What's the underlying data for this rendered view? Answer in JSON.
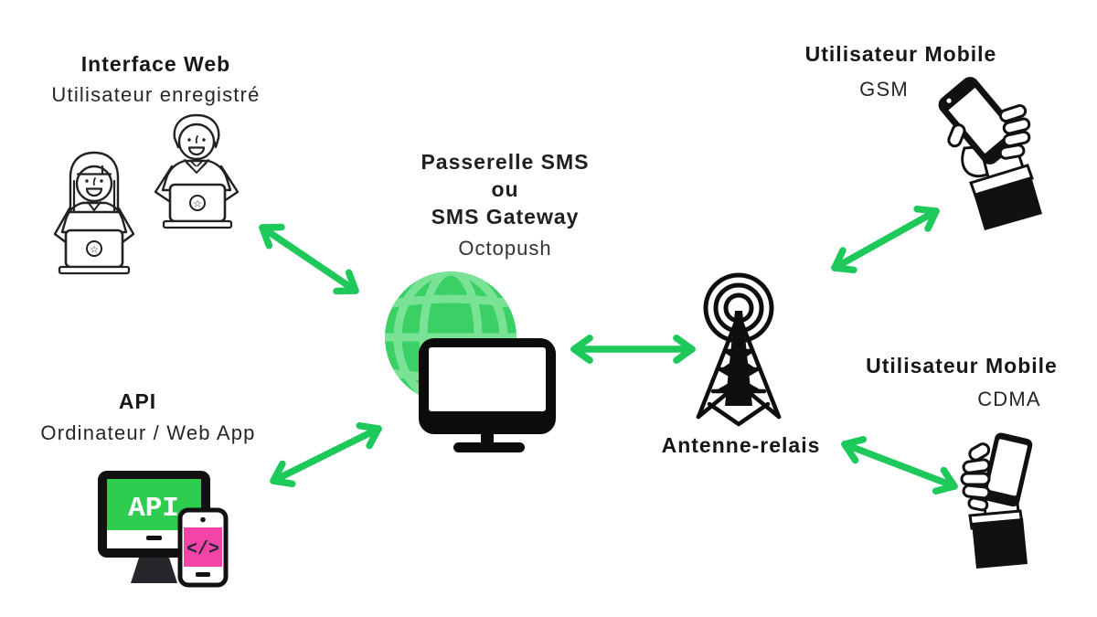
{
  "diagram": {
    "web": {
      "title": "Interface Web",
      "subtitle": "Utilisateur enregistré",
      "laptop_star_glyph": "☆"
    },
    "gateway": {
      "line1": "Passerelle SMS",
      "line2": "ou",
      "line3": "SMS Gateway",
      "brand": "Octopush"
    },
    "api": {
      "title": "API",
      "subtitle": "Ordinateur / Web App",
      "monitor_text": "API",
      "phone_glyph": "</>"
    },
    "antenna": {
      "label": "Antenne-relais"
    },
    "mobile_gsm": {
      "title": "Utilisateur Mobile",
      "subtitle": "GSM"
    },
    "mobile_cdma": {
      "title": "Utilisateur Mobile",
      "subtitle": "CDMA"
    },
    "colors": {
      "arrow_green": "#1ec95c",
      "globe_green": "#3ad066",
      "globe_grid": "#79e295",
      "screen_green": "#2ecc4f",
      "phone_pink": "#f544a8",
      "ink": "#1a1a1a"
    }
  }
}
